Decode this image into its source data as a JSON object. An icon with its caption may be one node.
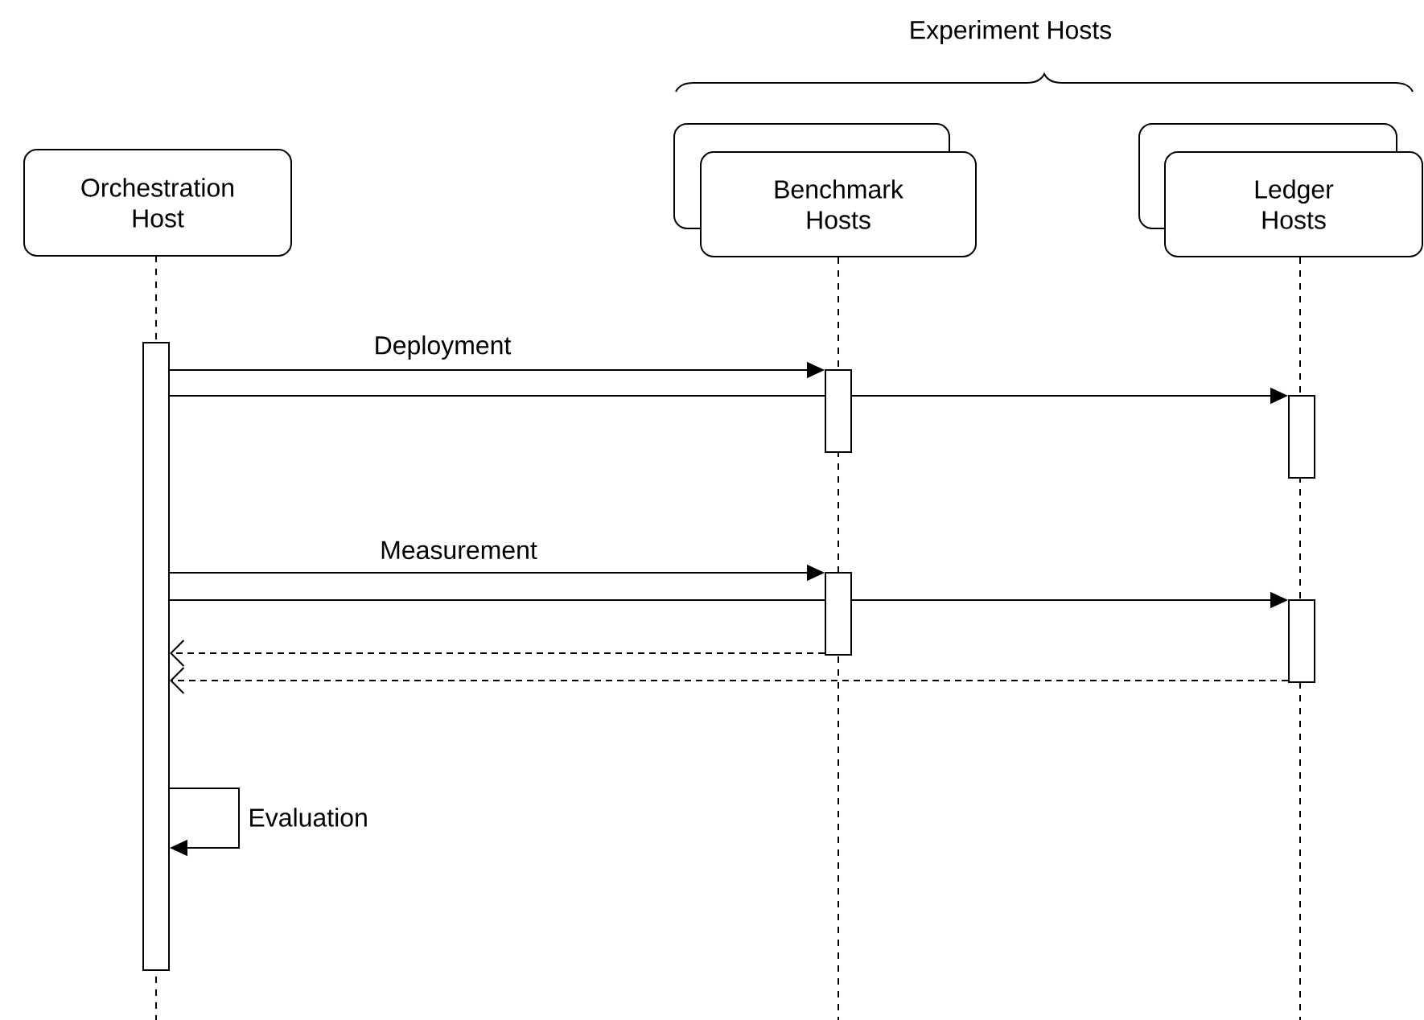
{
  "diagram": {
    "nodes": [
      {
        "text": [
          "Orchestration Host"
        ]
      },
      {
        "text": [
          "Benchmark Hosts"
        ]
      },
      {
        "text": [
          "Ledger Hosts"
        ]
      },
      {
        "text": [],
        "shape": "bar"
      },
      {
        "text": [],
        "shape": "bar"
      },
      {
        "text": [],
        "shape": "bar"
      },
      {
        "text": [],
        "shape": "bar"
      },
      {
        "text": [],
        "shape": "bar"
      }
    ],
    "edges": [
      {
        "from": 3,
        "to": 4,
        "arrow": "to",
        "label": "Deployment"
      },
      {
        "from": 3,
        "to": 4,
        "arrow": "none"
      },
      {
        "from": 4,
        "to": 5,
        "arrow": "to"
      },
      {
        "from": 3,
        "to": 6,
        "arrow": "to",
        "label": "Measurement"
      },
      {
        "from": 3,
        "to": 6,
        "arrow": "none"
      },
      {
        "from": 6,
        "to": 7,
        "arrow": "to"
      },
      {
        "from": 6,
        "to": 3,
        "arrow": "to",
        "style": "dashed"
      },
      {
        "from": 7,
        "to": 3,
        "arrow": "to",
        "style": "dashed"
      },
      {
        "from": 3,
        "to": 3,
        "arrow": "to",
        "label": "Evaluation"
      }
    ],
    "labels": [
      "Experiment Hosts"
    ]
  }
}
